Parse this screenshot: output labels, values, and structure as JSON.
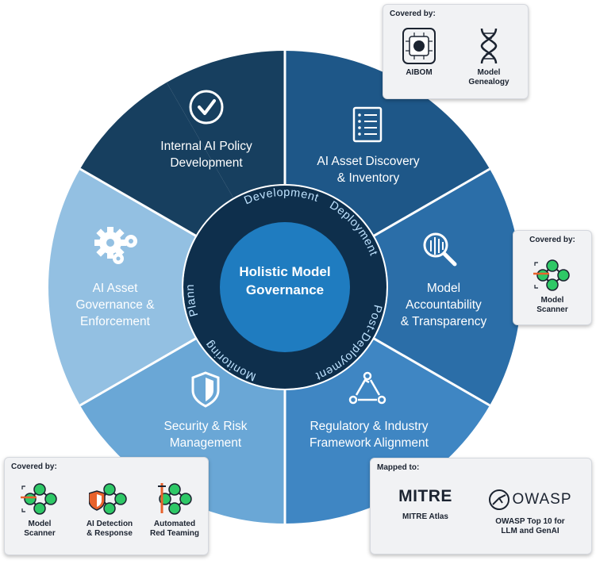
{
  "center": {
    "line1": "Holistic Model",
    "line2": "Governance"
  },
  "ring_labels": [
    "Development",
    "Deployment",
    "Post-Deployment",
    "Monitoring",
    "Planning"
  ],
  "segments": [
    {
      "lines": [
        "Internal AI Policy",
        "Development"
      ],
      "icon": "checkmark-circle-icon"
    },
    {
      "lines": [
        "AI Asset Discovery",
        "& Inventory"
      ],
      "icon": "checklist-icon"
    },
    {
      "lines": [
        "Model",
        "Accountability",
        "& Transparency"
      ],
      "icon": "magnifier-icon"
    },
    {
      "lines": [
        "Regulatory & Industry",
        "Framework Alignment"
      ],
      "icon": "cycle-icon"
    },
    {
      "lines": [
        "Security & Risk",
        "Management"
      ],
      "icon": "shield-icon"
    },
    {
      "lines": [
        "AI Asset",
        "Governance &",
        "Enforcement"
      ],
      "icon": "gears-icon"
    }
  ],
  "cards": {
    "top_right": {
      "title": "Covered by:",
      "items": [
        {
          "lines": [
            "AIBOM"
          ],
          "icon": "chip-icon"
        },
        {
          "lines": [
            "Model",
            "Genealogy"
          ],
          "icon": "dna-icon"
        }
      ]
    },
    "right": {
      "title": "Covered by:",
      "items": [
        {
          "lines": [
            "Model",
            "Scanner"
          ],
          "icon": "network-scan-icon"
        }
      ]
    },
    "bottom_left": {
      "title": "Covered by:",
      "items": [
        {
          "lines": [
            "Model",
            "Scanner"
          ],
          "icon": "network-scan-icon"
        },
        {
          "lines": [
            "AI Detection",
            "& Response"
          ],
          "icon": "network-shield-icon"
        },
        {
          "lines": [
            "Automated",
            "Red Teaming"
          ],
          "icon": "network-sword-icon"
        }
      ]
    },
    "bottom_right": {
      "title": "Mapped to:",
      "items": [
        {
          "logo": "MITRE",
          "lines": [
            "MITRE Atlas"
          ],
          "icon": "mitre-logo"
        },
        {
          "logo": "OWASP",
          "lines": [
            "OWASP Top 10 for",
            "LLM and GenAI"
          ],
          "icon": "owasp-logo"
        }
      ]
    }
  },
  "colors": {
    "seg_policy": "#173f5f",
    "seg_discovery": "#1e5788",
    "seg_accountability": "#2b6ea8",
    "seg_regulatory": "#3f86c3",
    "seg_security": "#6aa7d6",
    "seg_governance": "#93c0e2",
    "ring": "#0e2f4c",
    "center": "#1f7cc0",
    "node_green": "#2ec866"
  }
}
